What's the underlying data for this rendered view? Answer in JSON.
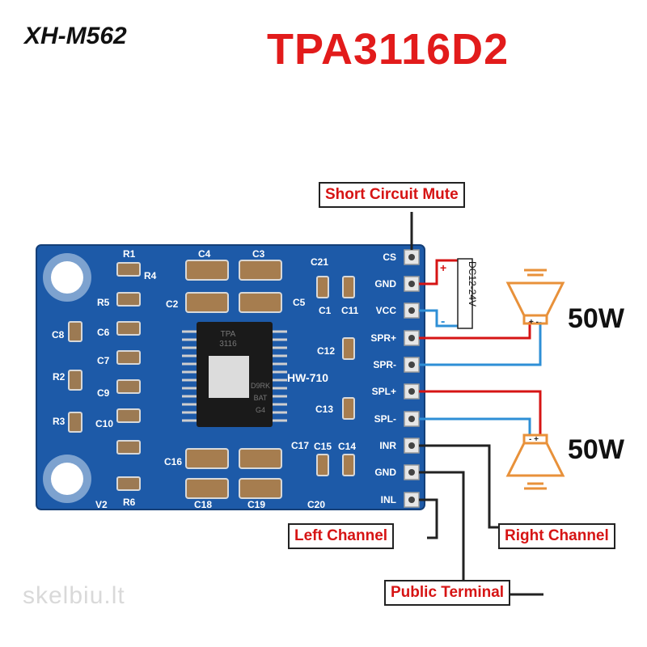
{
  "header": {
    "model": "XH-M562",
    "chip": "TPA3116D2"
  },
  "board": {
    "label": "HW-710",
    "ic_marking": [
      "TPA",
      "3116",
      "D9RK",
      "BAT",
      "G4"
    ],
    "pins": [
      "CS",
      "GND",
      "VCC",
      "SPR+",
      "SPR-",
      "SPL+",
      "SPL-",
      "INR",
      "GND",
      "INL"
    ],
    "components": [
      "R1",
      "R5",
      "R4",
      "R2",
      "R3",
      "R6",
      "C8",
      "C6",
      "C7",
      "C9",
      "C10",
      "C4",
      "C3",
      "C2",
      "C5",
      "C21",
      "C1",
      "C11",
      "C12",
      "C13",
      "C16",
      "C17",
      "C15",
      "C14",
      "C18",
      "C19",
      "C20",
      "V2"
    ]
  },
  "power": {
    "label": "DC12-24V",
    "plus": "+",
    "minus": "-"
  },
  "callouts": {
    "mute": "Short Circuit Mute",
    "left": "Left Channel",
    "right": "Right Channel",
    "common": "Public Terminal"
  },
  "speakers": [
    {
      "watt": "50W"
    },
    {
      "watt": "50W"
    }
  ],
  "watermark": "skelbiu.lt",
  "colors": {
    "board": "#1d5aa8",
    "red_wire": "#d61414",
    "blue_wire": "#2e8fd6",
    "speaker": "#e8913a",
    "title": "#e21b1b"
  }
}
